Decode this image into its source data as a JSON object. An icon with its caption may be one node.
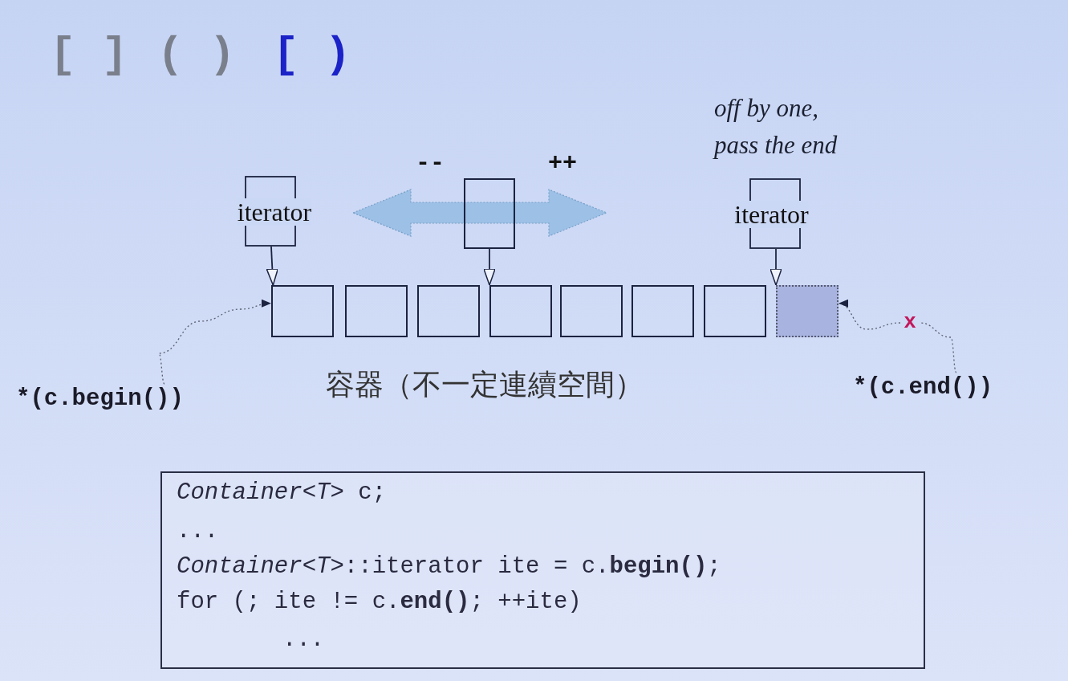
{
  "diagram": {
    "nodes": [
      {
        "text": [
          "iterator"
        ]
      },
      {
        "text": [],
        "shape": "box"
      },
      {
        "text": [
          "iterator"
        ],
        "beside": [
          "off by one, pass the end"
        ]
      },
      {
        "text": [],
        "shape": "box"
      },
      {
        "text": [],
        "shape": "box"
      },
      {
        "text": [],
        "shape": "box"
      },
      {
        "text": [],
        "shape": "box"
      },
      {
        "text": [],
        "shape": "box"
      },
      {
        "text": [],
        "shape": "box"
      },
      {
        "text": [],
        "shape": "box"
      },
      {
        "text": [],
        "shape": "box"
      },
      {
        "text": [
          "*(c.begin())"
        ]
      },
      {
        "text": [
          "*(c.end())"
        ]
      },
      {
        "text": [
          "x"
        ]
      },
      {
        "text": [
          "*Container<T>* c;",
          "...",
          "*Container<T>*::iterator ite = c.**begin()**;",
          "for (; ite != c.**end()**; ++ite)",
          "..."
        ]
      }
    ],
    "edges": [
      {
        "from": 0,
        "to": 3,
        "arrow": "to"
      },
      {
        "from": 1,
        "to": 6,
        "arrow": "to"
      },
      {
        "from": 2,
        "to": 10,
        "arrow": "to"
      },
      {
        "from": 11,
        "to": 3,
        "arrow": "to",
        "style": "dashed"
      },
      {
        "from": 12,
        "to": 13,
        "arrow": "none",
        "style": "dashed"
      },
      {
        "from": 13,
        "to": 10,
        "arrow": "to",
        "style": "dashed"
      }
    ],
    "labels": [
      "[ ]",
      "( )",
      "[ )",
      "--",
      "++",
      "容器（不一定連續空間）"
    ]
  }
}
